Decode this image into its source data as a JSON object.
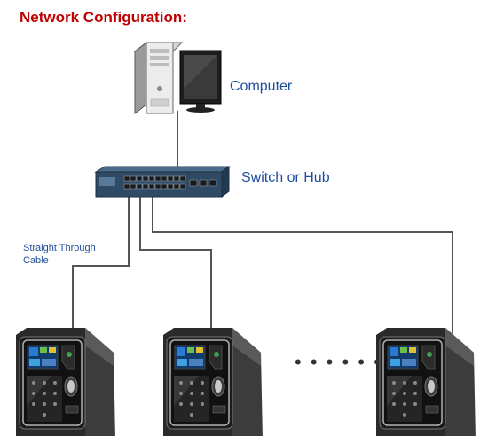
{
  "title": "Network Configuration:",
  "labels": {
    "computer": "Computer",
    "switch": "Switch or Hub",
    "cable_line1": "Straight Through",
    "cable_line2": "Cable"
  },
  "ellipsis": "• • • • • •",
  "colors": {
    "title": "#c00000",
    "label": "#1f4e9c",
    "wire": "#555555"
  },
  "icons": [
    "computer-tower-icon",
    "monitor-icon",
    "network-switch-icon",
    "face-terminal-icon"
  ]
}
